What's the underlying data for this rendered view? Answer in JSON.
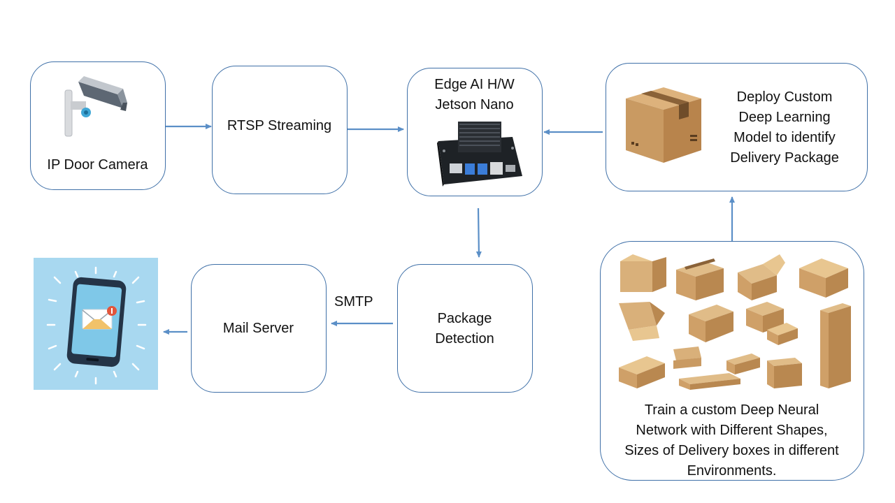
{
  "nodes": {
    "camera": {
      "label": "IP Door Camera"
    },
    "rtsp": {
      "label": "RTSP Streaming"
    },
    "edge": {
      "line1": "Edge AI H/W",
      "line2": "Jetson Nano"
    },
    "deploy": {
      "line1": "Deploy Custom",
      "line2": "Deep Learning",
      "line3": "Model to identify",
      "line4": "Delivery Package"
    },
    "train": {
      "line1": "Train a custom Deep Neural",
      "line2": "Network with  Different Shapes,",
      "line3": "Sizes of Delivery boxes in different",
      "line4": "Environments."
    },
    "detection": {
      "line1": "Package",
      "line2": "Detection"
    },
    "mail": {
      "label": "Mail Server"
    }
  },
  "edges": {
    "smtp_label": "SMTP"
  },
  "colors": {
    "border": "#3f70a8",
    "arrow": "#5b8fc7",
    "phone_bg": "#a8d8f0",
    "box_cardboard": "#c99a62"
  },
  "icons": [
    "security-camera-icon",
    "jetson-board-icon",
    "package-box-icon",
    "phone-mail-icon"
  ]
}
